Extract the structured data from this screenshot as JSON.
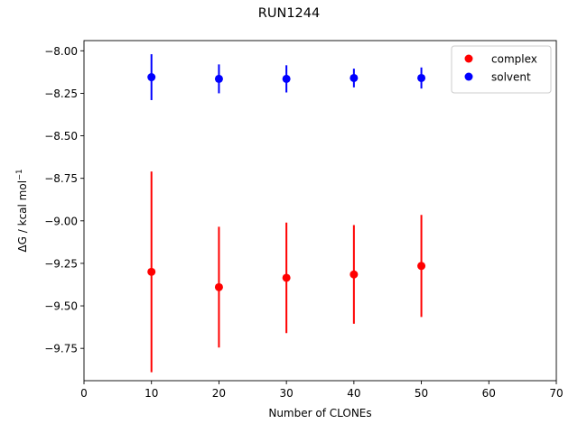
{
  "chart_data": {
    "type": "scatter",
    "title": "RUN1244",
    "xlabel": "Number of CLONEs",
    "ylabel": "ΔG / kcal mol",
    "ylabel_superscript": "−1",
    "xlim": [
      0,
      70
    ],
    "ylim": [
      -9.94,
      -7.94
    ],
    "x_ticks": [
      0,
      10,
      20,
      30,
      40,
      50,
      60,
      70
    ],
    "x_tick_labels": [
      "0",
      "10",
      "20",
      "30",
      "40",
      "50",
      "60",
      "70"
    ],
    "y_ticks": [
      -8.0,
      -8.25,
      -8.5,
      -8.75,
      -9.0,
      -9.25,
      -9.5,
      -9.75
    ],
    "y_tick_labels": [
      "−8.00",
      "−8.25",
      "−8.50",
      "−8.75",
      "−9.00",
      "−9.25",
      "−9.50",
      "−9.75"
    ],
    "grid": false,
    "legend_position": "top-right",
    "series": [
      {
        "name": "complex",
        "color": "#ff0000",
        "x": [
          10,
          20,
          30,
          40,
          50
        ],
        "y": [
          -9.3,
          -9.39,
          -9.335,
          -9.315,
          -9.265
        ],
        "error": [
          0.59,
          0.355,
          0.325,
          0.29,
          0.3
        ]
      },
      {
        "name": "solvent",
        "color": "#0000ff",
        "x": [
          10,
          20,
          30,
          40,
          50
        ],
        "y": [
          -8.155,
          -8.165,
          -8.165,
          -8.16,
          -8.16
        ],
        "error": [
          0.135,
          0.085,
          0.08,
          0.055,
          0.062
        ]
      }
    ]
  }
}
